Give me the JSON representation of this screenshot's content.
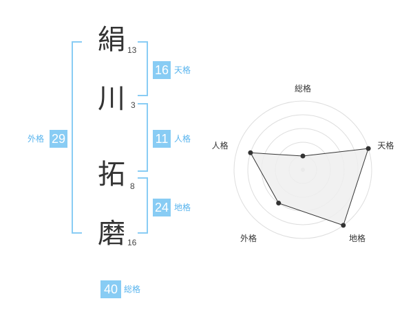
{
  "name_chars": [
    {
      "char": "絹",
      "strokes": "13"
    },
    {
      "char": "川",
      "strokes": "3"
    },
    {
      "char": "拓",
      "strokes": "8"
    },
    {
      "char": "磨",
      "strokes": "16"
    }
  ],
  "fortunes": {
    "tenkaku": {
      "value": "16",
      "label": "天格"
    },
    "jinkaku": {
      "value": "11",
      "label": "人格"
    },
    "chikaku": {
      "value": "24",
      "label": "地格"
    },
    "gaikaku": {
      "value": "29",
      "label": "外格"
    },
    "soukaku": {
      "value": "40",
      "label": "総格"
    }
  },
  "radar": {
    "axes": [
      "総格",
      "天格",
      "地格",
      "外格",
      "人格"
    ],
    "values": [
      1,
      5,
      5,
      3,
      4
    ],
    "max": 5,
    "fill_color": "#efefef",
    "line_color": "#333333"
  }
}
